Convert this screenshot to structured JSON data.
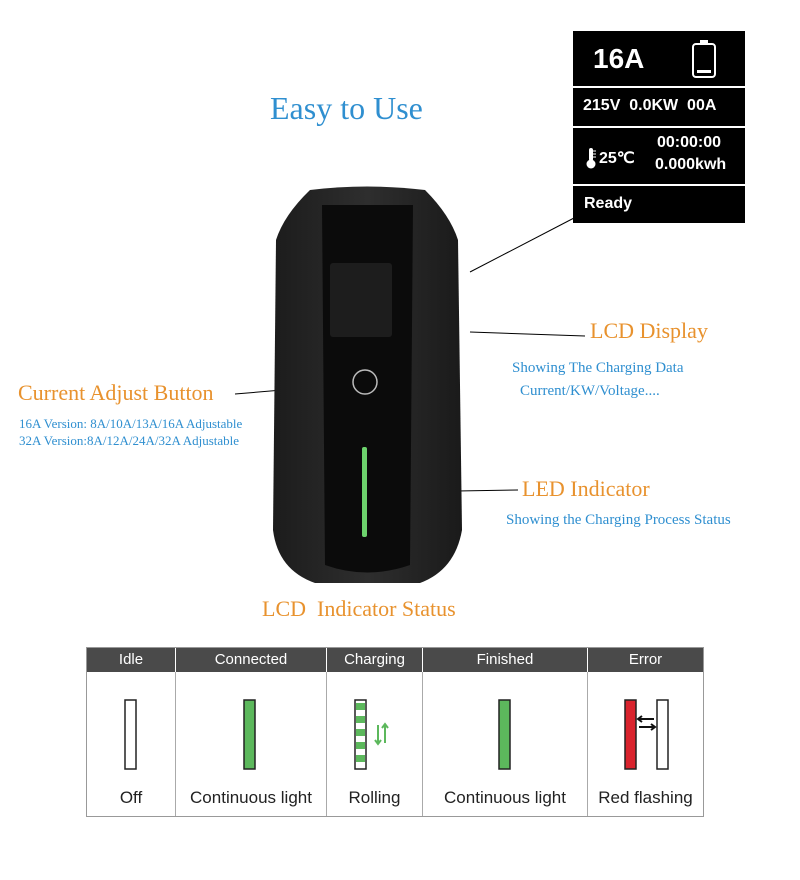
{
  "title": "Easy to Use",
  "lcd": {
    "current": "16A",
    "stats": "215V  0.0KW  00A",
    "temperature": "25℃",
    "time": "00:00:00",
    "energy": "0.000kwh",
    "status": "Ready"
  },
  "callouts": {
    "lcd_display": {
      "label": "LCD Display",
      "desc_line1": "Showing The Charging Data",
      "desc_line2": "Current/KW/Voltage...."
    },
    "current_adjust": {
      "label": "Current Adjust Button",
      "line1": "16A Version: 8A/10A/13A/16A Adjustable",
      "line2": "32A Version:8A/12A/24A/32A Adjustable"
    },
    "led_indicator": {
      "label": "LED Indicator",
      "desc": "Showing the Charging Process Status"
    },
    "status_heading": "LCD  Indicator Status"
  },
  "status_table": {
    "columns": [
      {
        "header": "Idle",
        "caption": "Off"
      },
      {
        "header": "Connected",
        "caption": "Continuous light"
      },
      {
        "header": "Charging",
        "caption": "Rolling"
      },
      {
        "header": "Finished",
        "caption": "Continuous light"
      },
      {
        "header": "Error",
        "caption": "Red flashing"
      }
    ]
  },
  "colors": {
    "title": "#2f8fd0",
    "callout_label": "#e8922e",
    "led_green": "#5cb85c",
    "error_red": "#d9232d"
  }
}
